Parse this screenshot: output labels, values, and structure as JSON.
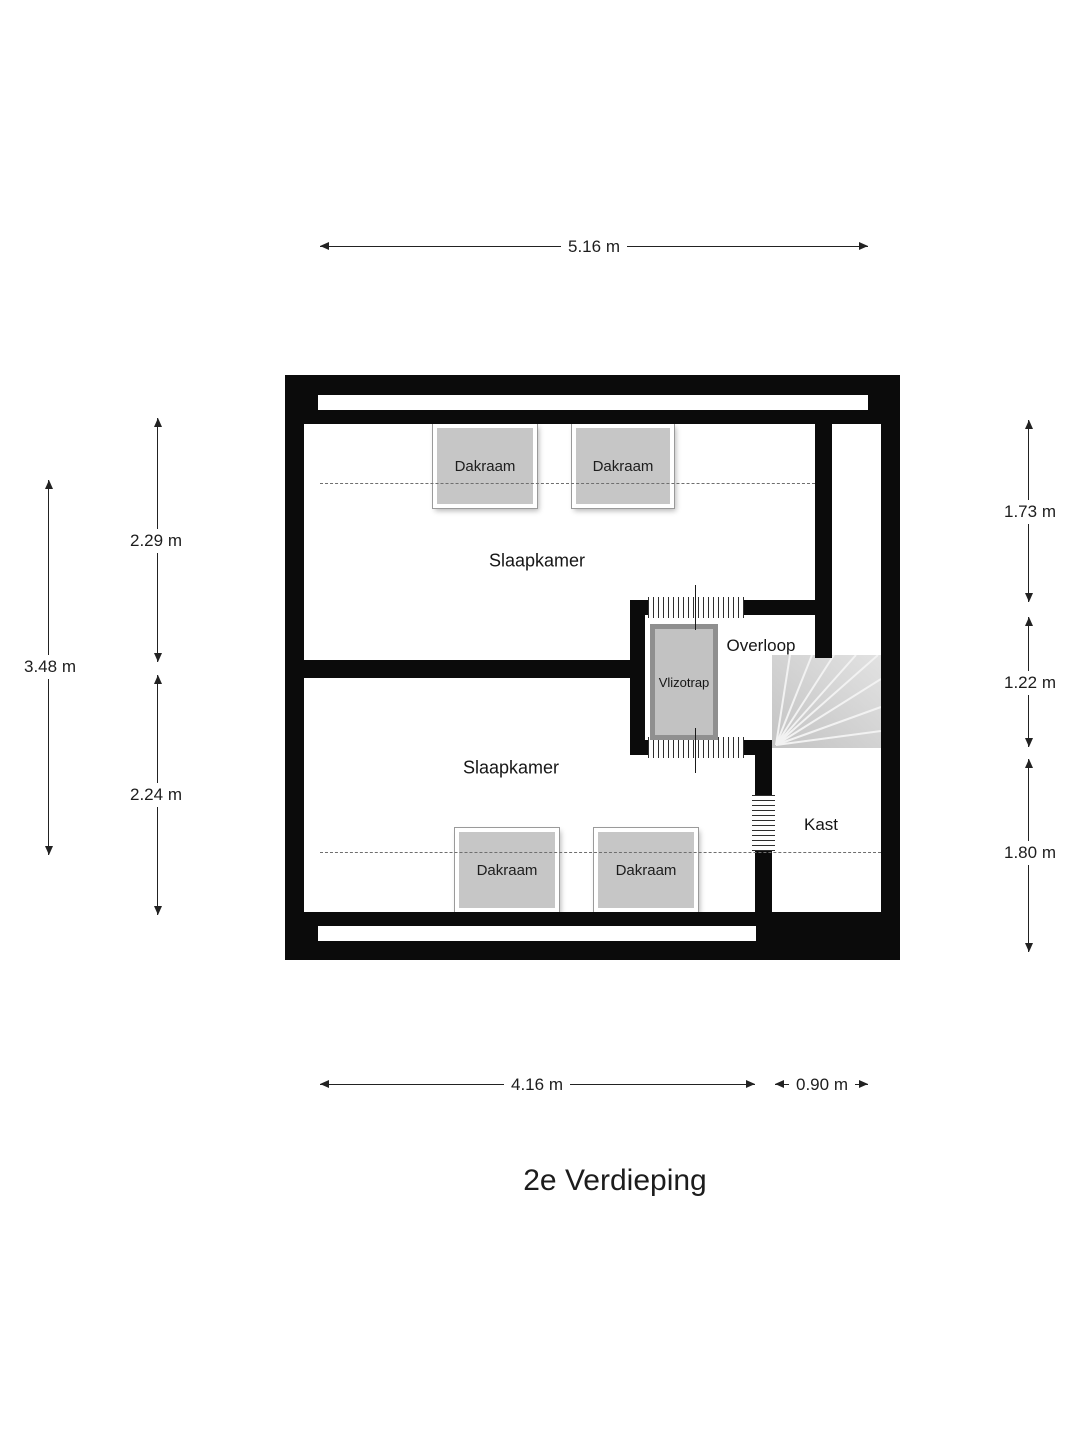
{
  "title": "2e Verdieping",
  "rooms": {
    "bedroom_top": "Slaapkamer",
    "bedroom_bottom": "Slaapkamer",
    "landing": "Overloop",
    "loft_ladder": "Vlizotrap",
    "closet": "Kast"
  },
  "windows": [
    "Dakraam",
    "Dakraam",
    "Dakraam",
    "Dakraam"
  ],
  "dimensions": {
    "top_width": "5.16 m",
    "left_total": "3.48 m",
    "left_upper": "2.29 m",
    "left_lower": "2.24 m",
    "right_upper": "1.73 m",
    "right_middle": "1.22 m",
    "right_lower": "1.80 m",
    "bottom_main": "4.16 m",
    "bottom_closet": "0.90 m"
  },
  "colors": {
    "wall": "#0b0b0b",
    "window_fill": "#c6c6c6",
    "stairs_fill": "#d6d6d6",
    "background": "#ffffff"
  }
}
